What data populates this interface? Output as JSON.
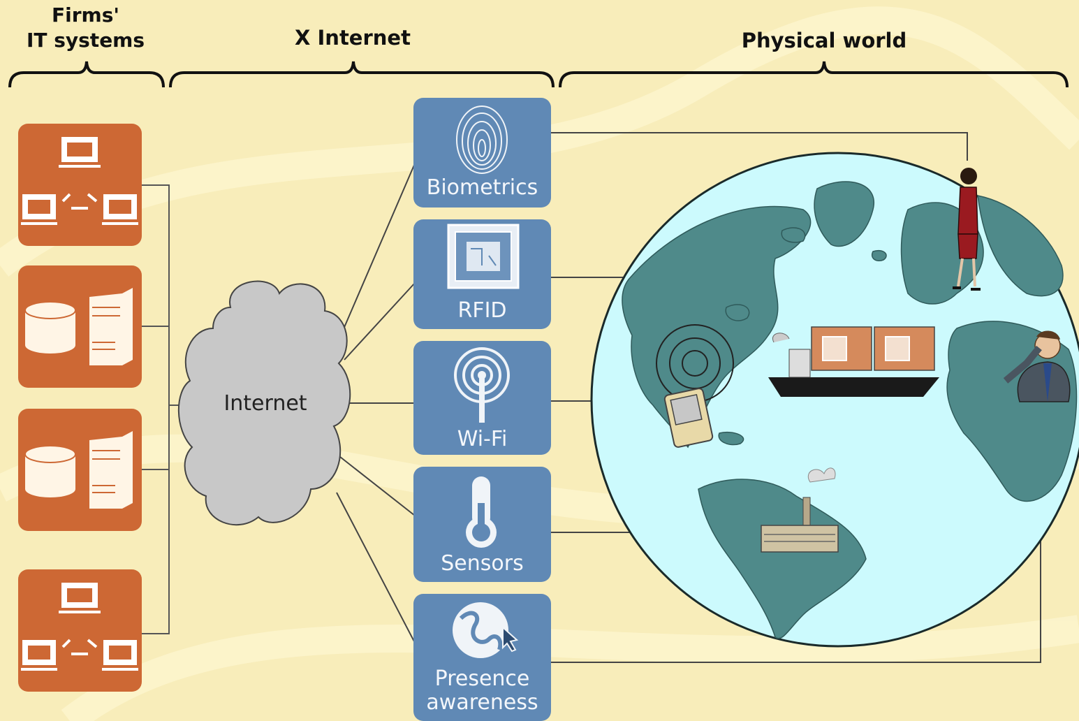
{
  "headers": {
    "firms_it_systems": "Firms'\nIT systems",
    "x_internet": "X Internet",
    "physical_world": "Physical world"
  },
  "cloud": {
    "label": "Internet"
  },
  "technologies": [
    {
      "label": "Biometrics",
      "icon": "fingerprint-icon"
    },
    {
      "label": "RFID",
      "icon": "rfid-chip-icon"
    },
    {
      "label": "Wi-Fi",
      "icon": "wifi-antenna-icon"
    },
    {
      "label": "Sensors",
      "icon": "thermometer-icon"
    },
    {
      "label": "Presence\nawareness",
      "icon": "globe-cursor-icon"
    }
  ],
  "it_systems": [
    {
      "icon": "networked-computers-icon"
    },
    {
      "icon": "database-server-icon"
    },
    {
      "icon": "database-server-icon"
    },
    {
      "icon": "networked-computers-icon"
    }
  ],
  "colors": {
    "background": "#f8edba",
    "it_tile": "#cd6834",
    "tech_tile": "#6089b5",
    "cloud": "#c8c8c8",
    "ocean": "#ccfafd",
    "land": "#4f8a8a"
  }
}
